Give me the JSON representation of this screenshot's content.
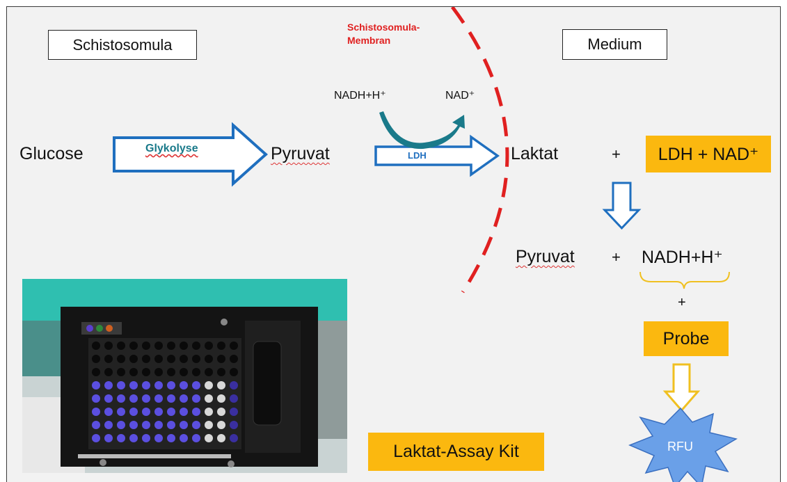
{
  "labels": {
    "schistosomula": "Schistosomula",
    "medium": "Medium",
    "membrane_line1": "Schistosomula-",
    "membrane_line2": "Membran"
  },
  "reaction1": {
    "substrate": "Glucose",
    "process": "Glykolyse",
    "product": "Pyruvat"
  },
  "reaction2": {
    "cofactor_in": "NADH+H⁺",
    "cofactor_out": "NAD⁺",
    "enzyme": "LDH",
    "product": "Laktat"
  },
  "detection": {
    "plus1": "+",
    "reagent": "LDH + NAD⁺",
    "product1": "Pyruvat",
    "plus2": "+",
    "product2": "NADH+H⁺",
    "plus3": "+",
    "probe": "Probe",
    "readout": "RFU"
  },
  "kit_label": "Laktat-Assay Kit",
  "colors": {
    "arrow_blue": "#1f6fbf",
    "curved_arrow": "#1a7a8a",
    "membrane_red": "#e02020",
    "highlight_orange": "#fbb80f",
    "brace_yellow": "#f0c020",
    "burst_blue": "#6aa0e8",
    "device_teal": "#2fbfb0"
  },
  "icons": {
    "glycolysis_arrow": "block-arrow-right",
    "ldh_arrow": "block-arrow-right",
    "down_arrow_blue": "block-arrow-down",
    "down_arrow_yellow": "block-arrow-down",
    "rfu_burst": "starburst",
    "plate_photo": "microplate-reader-photo"
  }
}
